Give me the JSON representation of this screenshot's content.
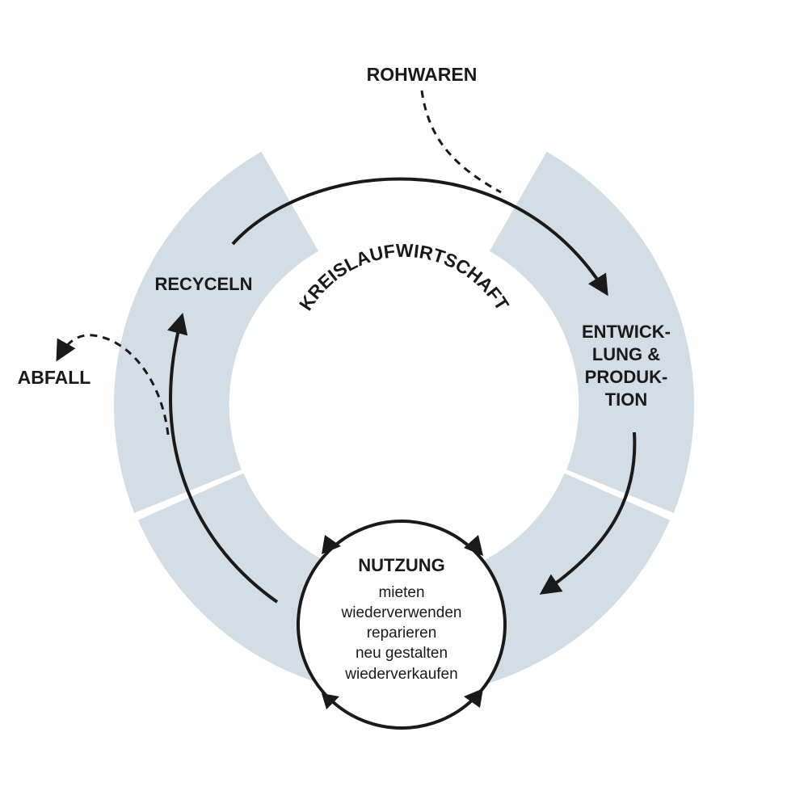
{
  "colors": {
    "ring": "#d3dde6",
    "stroke": "#1a1a1a",
    "background": "#ffffff"
  },
  "diagram": {
    "center_title": "KREISLAUFWIRTSCHAFT",
    "raw_materials": "ROHWAREN",
    "waste": "ABFALL",
    "recycle": "RECYCELN",
    "production_lines": [
      "ENTWICK-",
      "LUNG &",
      "PRODUK-",
      "TION"
    ],
    "usage": {
      "title": "NUTZUNG",
      "items": [
        "mieten",
        "wiederverwenden",
        "reparieren",
        "neu gestalten",
        "wiederverkaufen"
      ]
    }
  }
}
